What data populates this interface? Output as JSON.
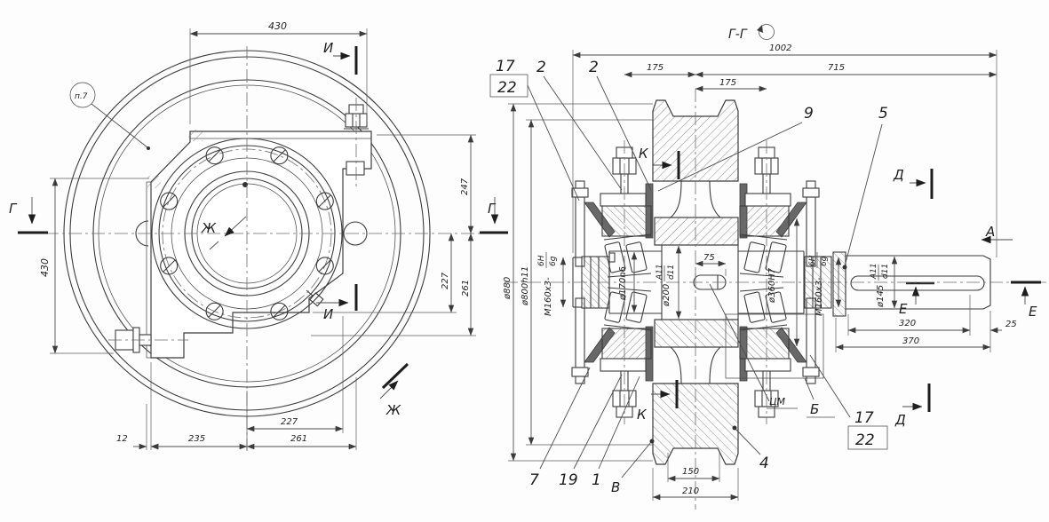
{
  "left_view": {
    "balloon": "п.7",
    "dim_top": "430",
    "dim_left": "430",
    "dim_r1": "247",
    "dim_r2": "227",
    "dim_r3": "261",
    "dim_b1": "12",
    "dim_b2": "235",
    "dim_b3": "227",
    "dim_b4": "261",
    "mark_g": "Г",
    "mark_i": "И",
    "mark_zh": "Ж"
  },
  "right_view": {
    "title": "Г-Г",
    "dim_1002": "1002",
    "dim_175": "175",
    "dim_715": "715",
    "dia_880": "ø880",
    "dia_800": "ø800h11",
    "thread": "M160x3-",
    "tol_num": "6H",
    "tol_den": "6g",
    "dia_170": "ø170n6",
    "dia_200": "ø200",
    "fit_num": "A11",
    "fit_den": "d11",
    "dia_360": "ø360H7",
    "dia_145": "ø145",
    "key_75": "75",
    "dim_320": "320",
    "dim_370": "370",
    "dim_25": "25",
    "dim_150": "150",
    "dim_210": "210",
    "mark_k": "К",
    "mark_d": "Д",
    "mark_a": "А",
    "mark_e": "Е",
    "label_cm": "ЦМ",
    "label_b": "Б",
    "label_v": "В",
    "c17": "17",
    "c22": "22",
    "c2": "2",
    "c9": "9",
    "c5": "5",
    "c4": "4",
    "c7": "7",
    "c19": "19",
    "c1": "1"
  }
}
